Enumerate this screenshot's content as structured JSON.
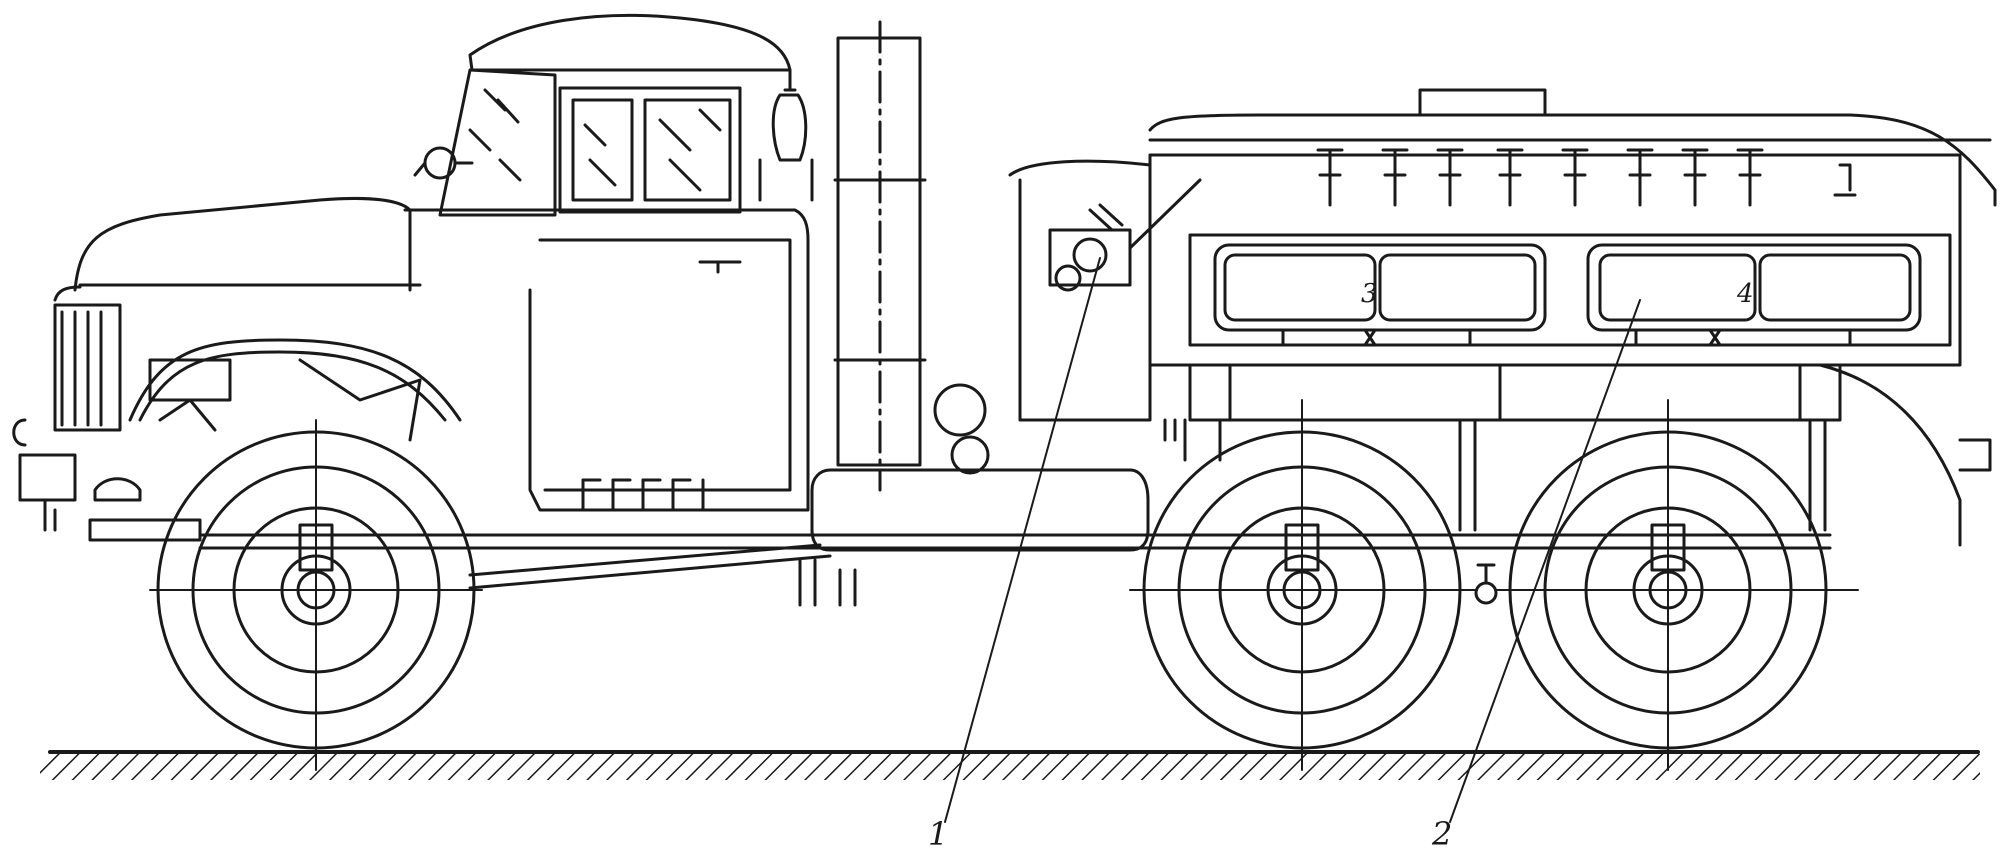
{
  "figure": {
    "ink_color": "#1a1a1a",
    "background": "#ffffff",
    "callouts": [
      {
        "label": "1"
      },
      {
        "label": "2"
      }
    ],
    "panel_labels": [
      {
        "label": "3"
      },
      {
        "label": "4"
      }
    ]
  }
}
